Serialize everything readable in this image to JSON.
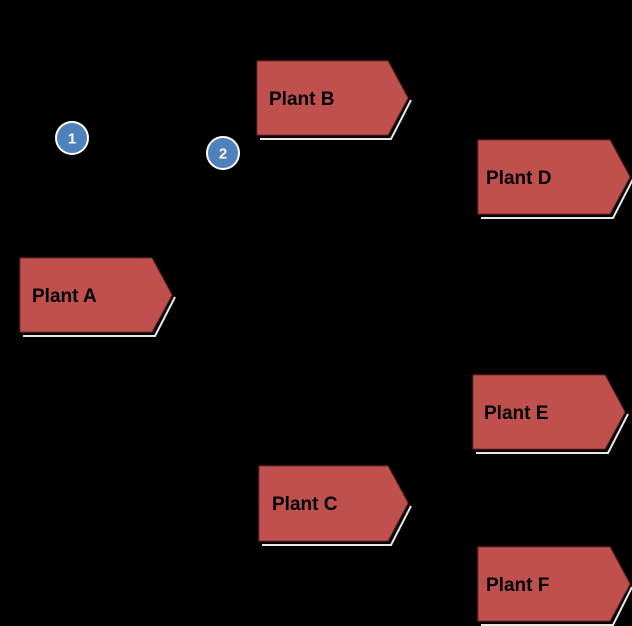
{
  "colors": {
    "background": "#000000",
    "node_fill": "#c0504d",
    "marker_fill": "#4f81bd"
  },
  "nodes": {
    "plant_a": {
      "label": "Plant A"
    },
    "plant_b": {
      "label": "Plant B"
    },
    "plant_c": {
      "label": "Plant C"
    },
    "plant_d": {
      "label": "Plant D"
    },
    "plant_e": {
      "label": "Plant E"
    },
    "plant_f": {
      "label": "Plant F"
    }
  },
  "markers": {
    "marker_1": {
      "label": "1"
    },
    "marker_2": {
      "label": "2"
    }
  }
}
